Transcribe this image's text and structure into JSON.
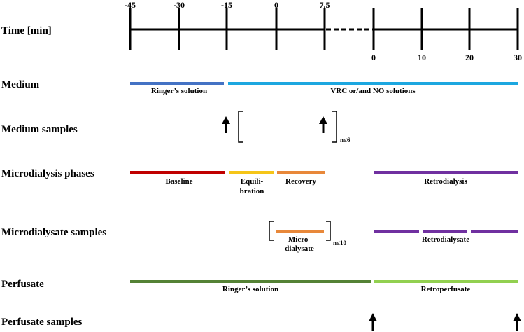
{
  "row_labels": {
    "time": "Time [min]",
    "medium": "Medium",
    "medium_samples": "Medium samples",
    "microdialysis_phases": "Microdialysis phases",
    "microdialysate_samples": "Microdialysate samples",
    "perfusate": "Perfusate",
    "perfusate_samples": "Perfusate samples"
  },
  "timeline": {
    "top_ticks": [
      "-45",
      "-30",
      "-15",
      "0",
      "7.5"
    ],
    "bottom_ticks": [
      "0",
      "10",
      "20",
      "30"
    ]
  },
  "medium": {
    "ringer_label": "Ringer’s solution",
    "vrc_label": "VRC or/and NO solutions"
  },
  "medium_samples": {
    "count_label": "n≤6"
  },
  "phases": {
    "baseline": "Baseline",
    "equilibration_line1": "Equili-",
    "equilibration_line2": "bration",
    "recovery": "Recovery",
    "retrodialysis": "Retrodialysis"
  },
  "microdialysate": {
    "micro_line1": "Micro-",
    "micro_line2": "dialysate",
    "count_label": "n≤10",
    "retro_label": "Retrodialysate"
  },
  "perfusate": {
    "ringer_label": "Ringer’s solution",
    "retro_label": "Retroperfusate"
  },
  "colors": {
    "medium_ringer": "#4472c4",
    "medium_vrc": "#1ca7e0",
    "baseline": "#c00000",
    "equilibration": "#f5c518",
    "recovery": "#e8883a",
    "retrodialysis": "#7030a0",
    "perfusate_ringer": "#548235",
    "retroperfusate": "#92d050"
  }
}
